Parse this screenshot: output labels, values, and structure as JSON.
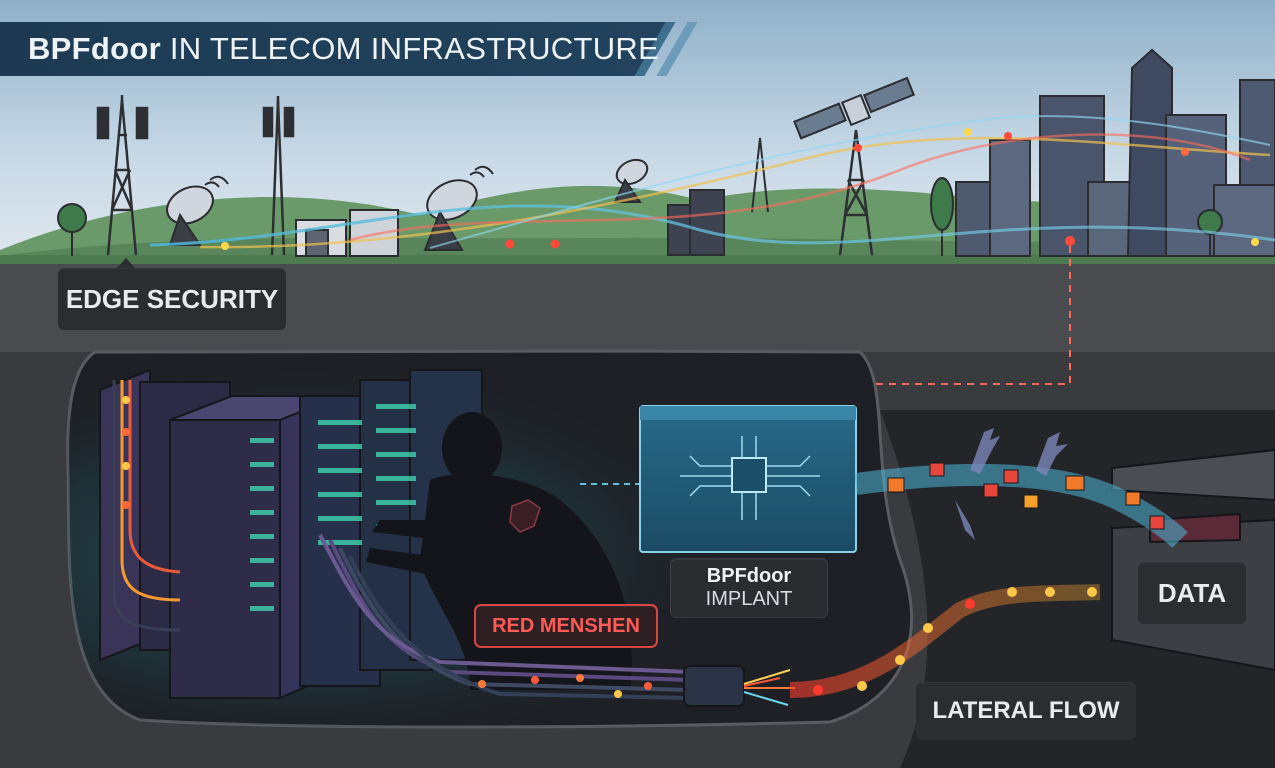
{
  "title": {
    "bold": "BPFdoor",
    "rest": " IN TELECOM INFRASTRUCTURE"
  },
  "labels": {
    "edge_security": "EDGE SECURITY",
    "implant_line1": "BPFdoor",
    "implant_line2": "IMPLANT",
    "red_menshen": "RED MENSHEN",
    "data": "DATA",
    "lateral_flow": "LATERAL FLOW"
  },
  "colors": {
    "title_bg": "#1d3a52",
    "sky": "#a9c4d8",
    "underground": "#3a3b3e",
    "cave": "#1c1e22",
    "alert_red": "#d9453f",
    "packet_orange": "#f07a2a",
    "screen_cyan": "#5fc0e0",
    "server_glow": "#34d7b0"
  },
  "icons": [
    "cell-tower-icon",
    "satellite-dish-icon",
    "satellite-icon",
    "city-skyline-icon",
    "server-rack-icon",
    "hacker-silhouette-icon",
    "chip-icon",
    "ghost-hands-icon",
    "data-bin-icon",
    "fiber-cable-icon"
  ]
}
